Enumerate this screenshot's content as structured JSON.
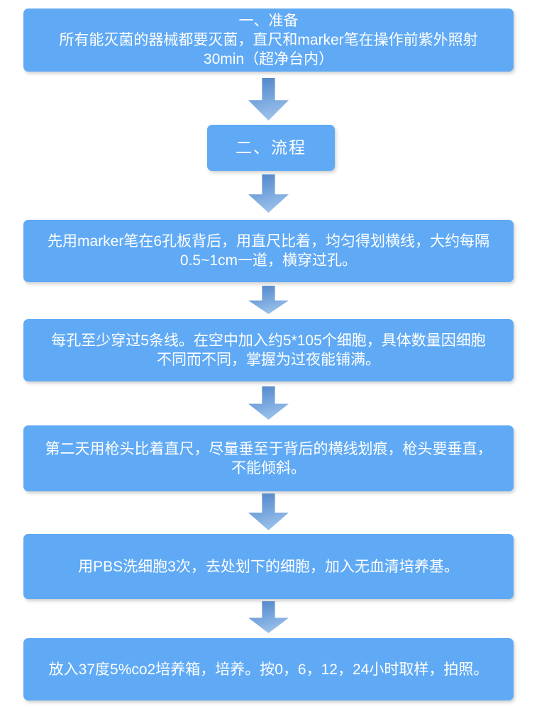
{
  "colors": {
    "box_fill": "#60aaf5",
    "box_text": "#ffffff",
    "arrow_gradient_top": "#4f83c9",
    "arrow_gradient_bottom": "#a6caee",
    "background": "#ffffff"
  },
  "flowchart": {
    "steps": [
      {
        "title": "一、准备",
        "lines": [
          "所有能灭菌的器械都要灭菌，直尺和marker笔在操作前紫外照射",
          "30min（超净台内）"
        ]
      },
      {
        "title": "二、流程",
        "lines": []
      },
      {
        "lines": [
          "先用marker笔在6孔板背后，用直尺比着，均匀得划横线，大约每隔",
          "0.5~1cm一道，横穿过孔。"
        ]
      },
      {
        "lines": [
          "每孔至少穿过5条线。在空中加入约5*105个细胞，具体数量因细胞",
          "不同而不同，掌握为过夜能铺满。"
        ]
      },
      {
        "lines": [
          "第二天用枪头比着直尺，尽量垂至于背后的横线划痕，枪头要垂直，",
          "不能倾斜。"
        ]
      },
      {
        "lines": [
          "用PBS洗细胞3次，去处划下的细胞，加入无血清培养基。"
        ]
      },
      {
        "lines": [
          "放入37度5%co2培养箱，培养。按0，6，12，24小时取样，拍照。"
        ]
      }
    ]
  }
}
